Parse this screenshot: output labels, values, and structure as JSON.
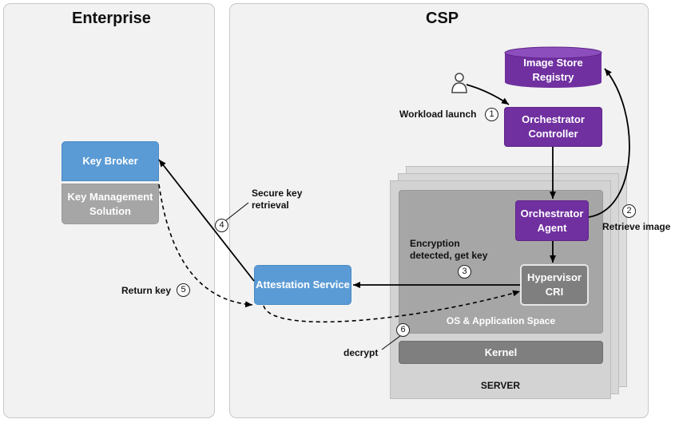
{
  "enterprise": {
    "title": "Enterprise",
    "key_broker": "Key Broker",
    "key_management": "Key Management Solution"
  },
  "csp": {
    "title": "CSP",
    "image_store": "Image Store Registry",
    "orchestrator_controller": "Orchestrator Controller",
    "orchestrator_agent": "Orchestrator Agent",
    "hypervisor": "Hypervisor CRI",
    "attestation": "Attestation Service",
    "os_app_space": "OS & Application Space",
    "kernel": "Kernel",
    "server": "SERVER"
  },
  "steps": [
    {
      "num": "1",
      "label": "Workload launch"
    },
    {
      "num": "2",
      "label": "Retrieve image"
    },
    {
      "num": "3",
      "label": "Encryption detected, get key"
    },
    {
      "num": "4",
      "label": "Secure key retrieval"
    },
    {
      "num": "5",
      "label": "Return key"
    },
    {
      "num": "6",
      "label": "decrypt"
    }
  ],
  "colors": {
    "blue": "#5b9bd5",
    "purple": "#7030a0",
    "gray": "#a6a6a6"
  },
  "icons": {
    "user": "user-icon"
  }
}
